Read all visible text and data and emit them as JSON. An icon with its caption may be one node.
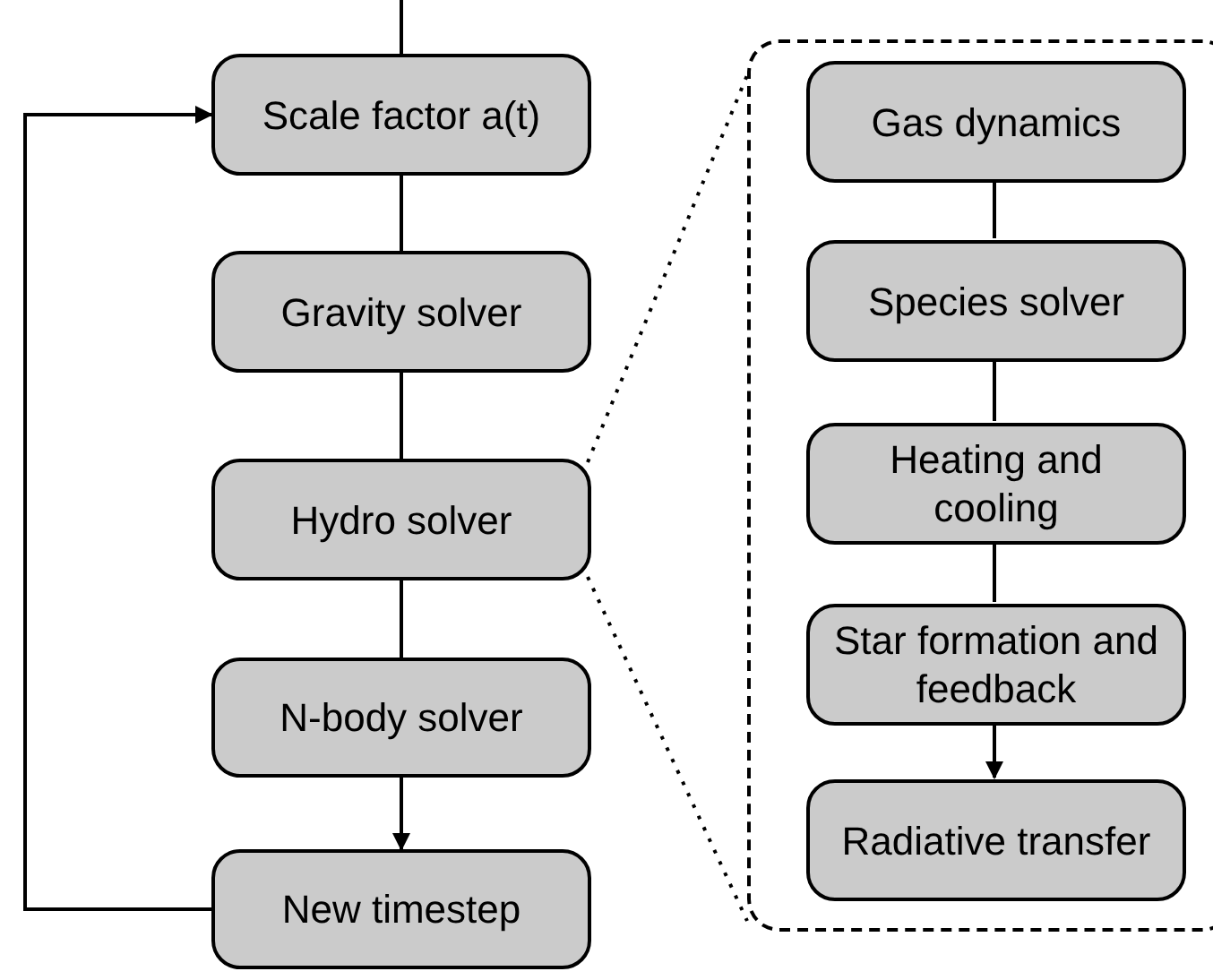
{
  "diagram": {
    "nodes": [
      {
        "text": [
          "Scale factor a(t)"
        ]
      },
      {
        "text": [
          "Gravity solver"
        ]
      },
      {
        "text": [
          "Hydro solver"
        ]
      },
      {
        "text": [
          "N-body solver"
        ]
      },
      {
        "text": [
          "New timestep"
        ]
      },
      {
        "text": [],
        "shape": "box"
      },
      {
        "text": [
          "Gas dynamics"
        ],
        "in": 5
      },
      {
        "text": [
          "Species solver"
        ],
        "in": 5
      },
      {
        "text": [
          "Heating and cooling"
        ],
        "in": 5
      },
      {
        "text": [
          "Star formation and feedback"
        ],
        "in": 5
      },
      {
        "text": [
          "Radiative transfer"
        ],
        "in": 5
      }
    ],
    "edges": [
      {
        "from": null,
        "to": 0,
        "arrow": "none"
      },
      {
        "from": 0,
        "to": 1,
        "arrow": "none"
      },
      {
        "from": 1,
        "to": 2,
        "arrow": "none"
      },
      {
        "from": 2,
        "to": 3,
        "arrow": "none"
      },
      {
        "from": 3,
        "to": 4,
        "arrow": "to"
      },
      {
        "from": 4,
        "to": 0,
        "arrow": "to"
      },
      {
        "from": 2,
        "to": 5,
        "arrow": "none",
        "style": "dashed"
      },
      {
        "from": 2,
        "to": 5,
        "arrow": "none",
        "style": "dashed"
      },
      {
        "from": 6,
        "to": 7,
        "arrow": "none"
      },
      {
        "from": 7,
        "to": 8,
        "arrow": "none"
      },
      {
        "from": 8,
        "to": 9,
        "arrow": "none"
      },
      {
        "from": 9,
        "to": 10,
        "arrow": "to"
      }
    ]
  }
}
